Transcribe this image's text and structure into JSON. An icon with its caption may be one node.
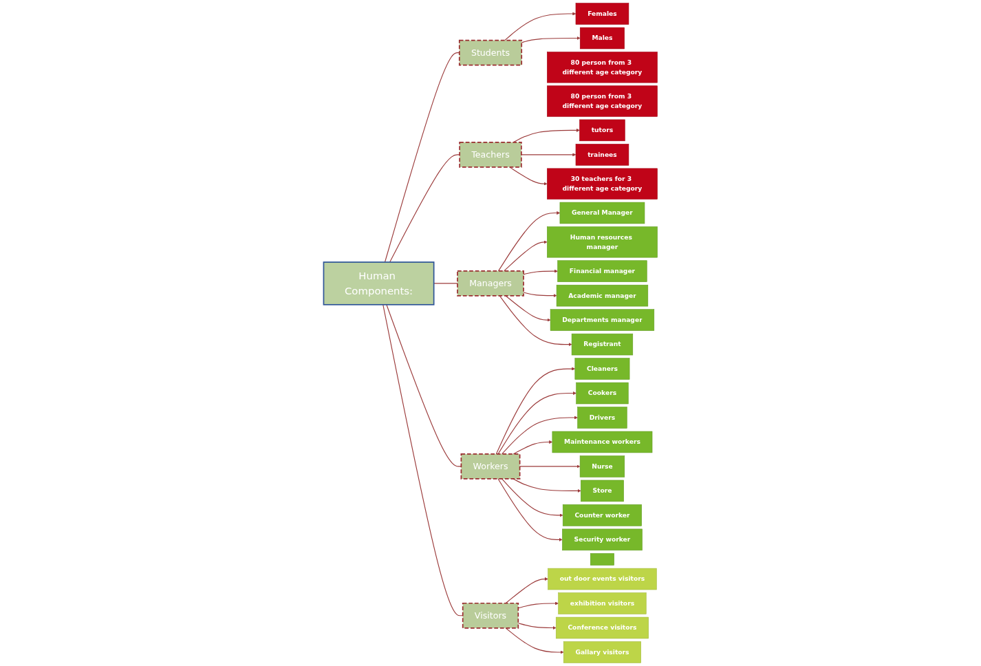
{
  "diagram": {
    "nodes": [
      {
        "text": [
          "Human Components:"
        ]
      },
      {
        "text": [
          "Students"
        ]
      },
      {
        "text": [
          "Teachers"
        ]
      },
      {
        "text": [
          "Managers"
        ]
      },
      {
        "text": [
          "Workers"
        ]
      },
      {
        "text": [
          "Visitors"
        ]
      },
      {
        "text": [
          "Females"
        ]
      },
      {
        "text": [
          "80 person from 3 different age category"
        ]
      },
      {
        "text": [
          "Males"
        ]
      },
      {
        "text": [
          "80 person from 3 different age category"
        ]
      },
      {
        "text": [
          "tutors"
        ]
      },
      {
        "text": [
          "trainees"
        ]
      },
      {
        "text": [
          "30 teachers for 3 different age category"
        ]
      },
      {
        "text": [
          "General Manager"
        ]
      },
      {
        "text": [
          "Human resources manager"
        ]
      },
      {
        "text": [
          "Financial manager"
        ]
      },
      {
        "text": [
          "Academic manager"
        ]
      },
      {
        "text": [
          "Departments manager"
        ]
      },
      {
        "text": [
          "Registrant"
        ]
      },
      {
        "text": [
          "Cleaners"
        ]
      },
      {
        "text": [
          "Cookers"
        ]
      },
      {
        "text": [
          "Drivers"
        ]
      },
      {
        "text": [
          "Maintenance workers"
        ]
      },
      {
        "text": [
          "Nurse"
        ]
      },
      {
        "text": [
          "Store"
        ]
      },
      {
        "text": [
          "Counter worker"
        ]
      },
      {
        "text": [
          "Security worker"
        ]
      },
      {
        "text": [],
        "shape": "box"
      },
      {
        "text": [
          "out door events visitors"
        ]
      },
      {
        "text": [
          "exhibition visitors"
        ]
      },
      {
        "text": [
          "Conference visitors"
        ]
      },
      {
        "text": [
          "Gallary visitors"
        ]
      }
    ],
    "edges": [
      {
        "from": 0,
        "to": 1,
        "arrow": "none"
      },
      {
        "from": 0,
        "to": 2,
        "arrow": "none"
      },
      {
        "from": 0,
        "to": 3,
        "arrow": "none"
      },
      {
        "from": 0,
        "to": 4,
        "arrow": "none"
      },
      {
        "from": 0,
        "to": 5,
        "arrow": "none"
      },
      {
        "from": 1,
        "to": 6,
        "arrow": "to"
      },
      {
        "from": 1,
        "to": 8,
        "arrow": "to"
      },
      {
        "from": 2,
        "to": 10,
        "arrow": "to"
      },
      {
        "from": 2,
        "to": 11,
        "arrow": "to"
      },
      {
        "from": 2,
        "to": 12,
        "arrow": "to"
      },
      {
        "from": 3,
        "to": 13,
        "arrow": "to"
      },
      {
        "from": 3,
        "to": 14,
        "arrow": "to"
      },
      {
        "from": 3,
        "to": 15,
        "arrow": "to"
      },
      {
        "from": 3,
        "to": 16,
        "arrow": "to"
      },
      {
        "from": 3,
        "to": 17,
        "arrow": "to"
      },
      {
        "from": 3,
        "to": 18,
        "arrow": "to"
      },
      {
        "from": 4,
        "to": 19,
        "arrow": "to"
      },
      {
        "from": 4,
        "to": 20,
        "arrow": "to"
      },
      {
        "from": 4,
        "to": 21,
        "arrow": "to"
      },
      {
        "from": 4,
        "to": 22,
        "arrow": "to"
      },
      {
        "from": 4,
        "to": 23,
        "arrow": "to"
      },
      {
        "from": 4,
        "to": 24,
        "arrow": "to"
      },
      {
        "from": 4,
        "to": 25,
        "arrow": "to"
      },
      {
        "from": 4,
        "to": 26,
        "arrow": "to"
      },
      {
        "from": 5,
        "to": 28,
        "arrow": "to"
      },
      {
        "from": 5,
        "to": 29,
        "arrow": "to"
      },
      {
        "from": 5,
        "to": 30,
        "arrow": "to"
      },
      {
        "from": 5,
        "to": 31,
        "arrow": "to"
      }
    ]
  }
}
